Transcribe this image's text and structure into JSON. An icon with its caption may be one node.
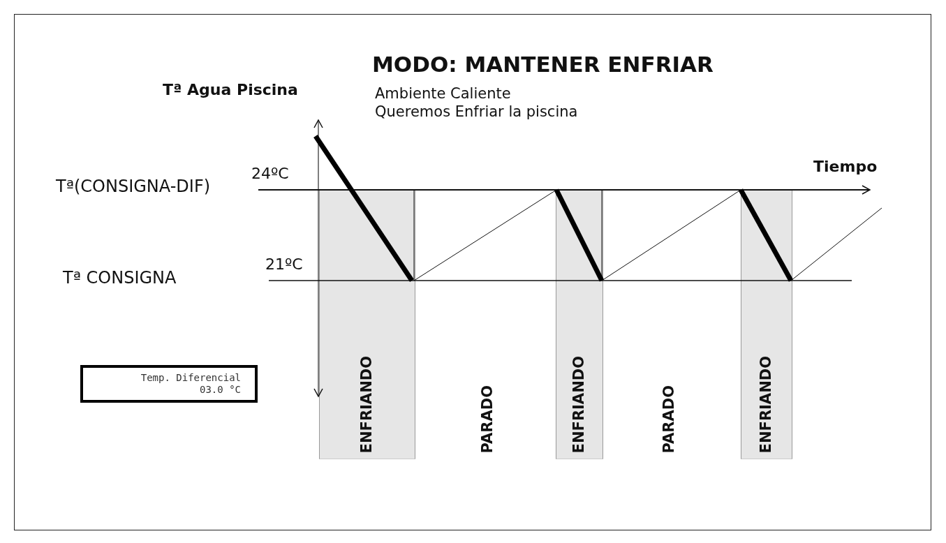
{
  "diagram": {
    "title": "MODO: MANTENER ENFRIAR",
    "nodes": [
      {
        "text": [
          "Temp. Diferencial",
          "03.0 °C"
        ]
      },
      {
        "text": [
          "ENFRIANDO"
        ]
      },
      {
        "text": [
          "ENFRIANDO"
        ]
      },
      {
        "text": [
          "ENFRIANDO"
        ]
      }
    ],
    "edges": [],
    "labels": [
      "Tª Agua Piscina",
      "Ambiente Caliente",
      "Queremos Enfriar la piscina",
      "24ºC",
      "Tiempo",
      "Tª(CONSIGNA-DIF)",
      "21ºC",
      "Tª CONSIGNA",
      "PARADO",
      "PARADO"
    ]
  }
}
